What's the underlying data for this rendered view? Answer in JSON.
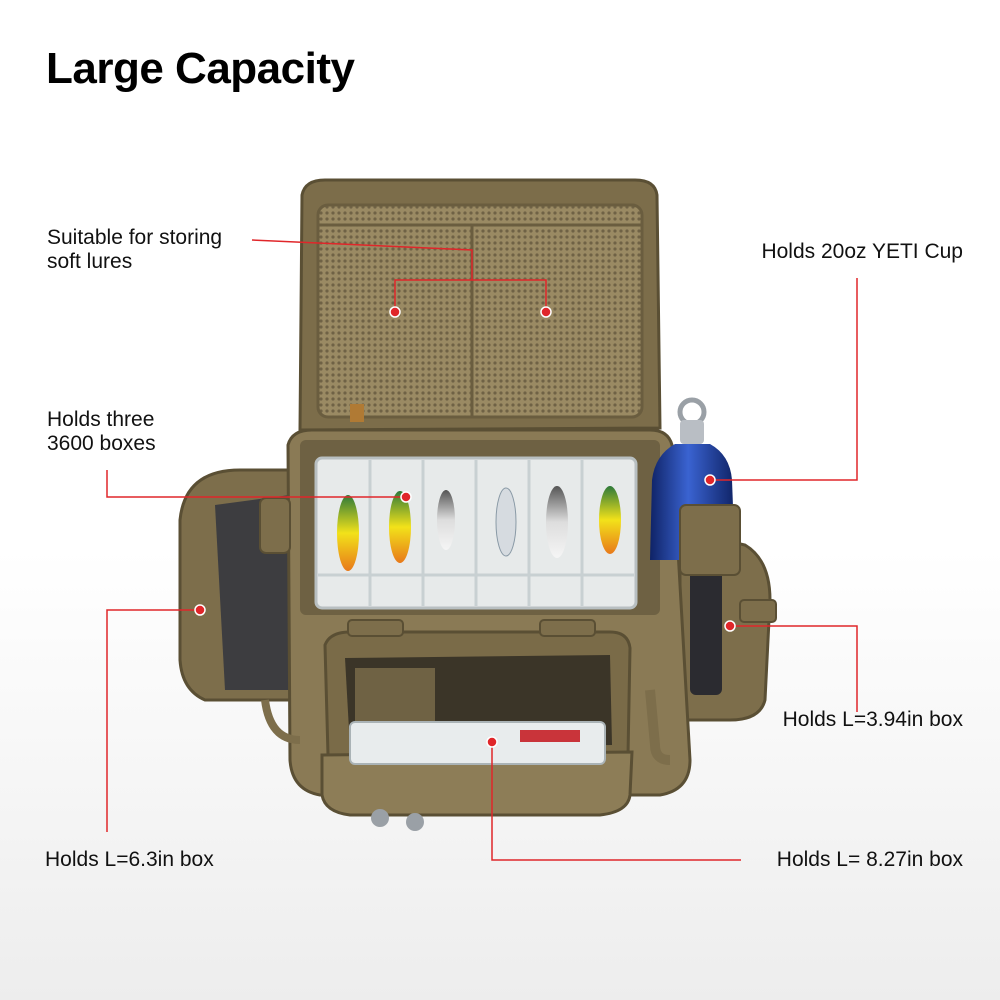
{
  "page": {
    "title": "Large Capacity"
  },
  "callouts": {
    "soft_lures": {
      "line1": "Suitable for storing",
      "line2": "soft lures"
    },
    "three_boxes": {
      "line1": "Holds three",
      "line2": "3600 boxes"
    },
    "yeti_cup": {
      "text": "Holds 20oz YETI Cup"
    },
    "side_right": {
      "text": "Holds L=3.94in box"
    },
    "side_left": {
      "text": "Holds L=6.3in box"
    },
    "front_pocket": {
      "text": "Holds L= 8.27in box"
    }
  },
  "colors": {
    "callout_line": "#e0262a",
    "callout_dot": "#e0262a",
    "bag_olive": "#8a7a55",
    "bag_dark": "#5f5438",
    "bottle_blue": "#1f3f9a"
  }
}
